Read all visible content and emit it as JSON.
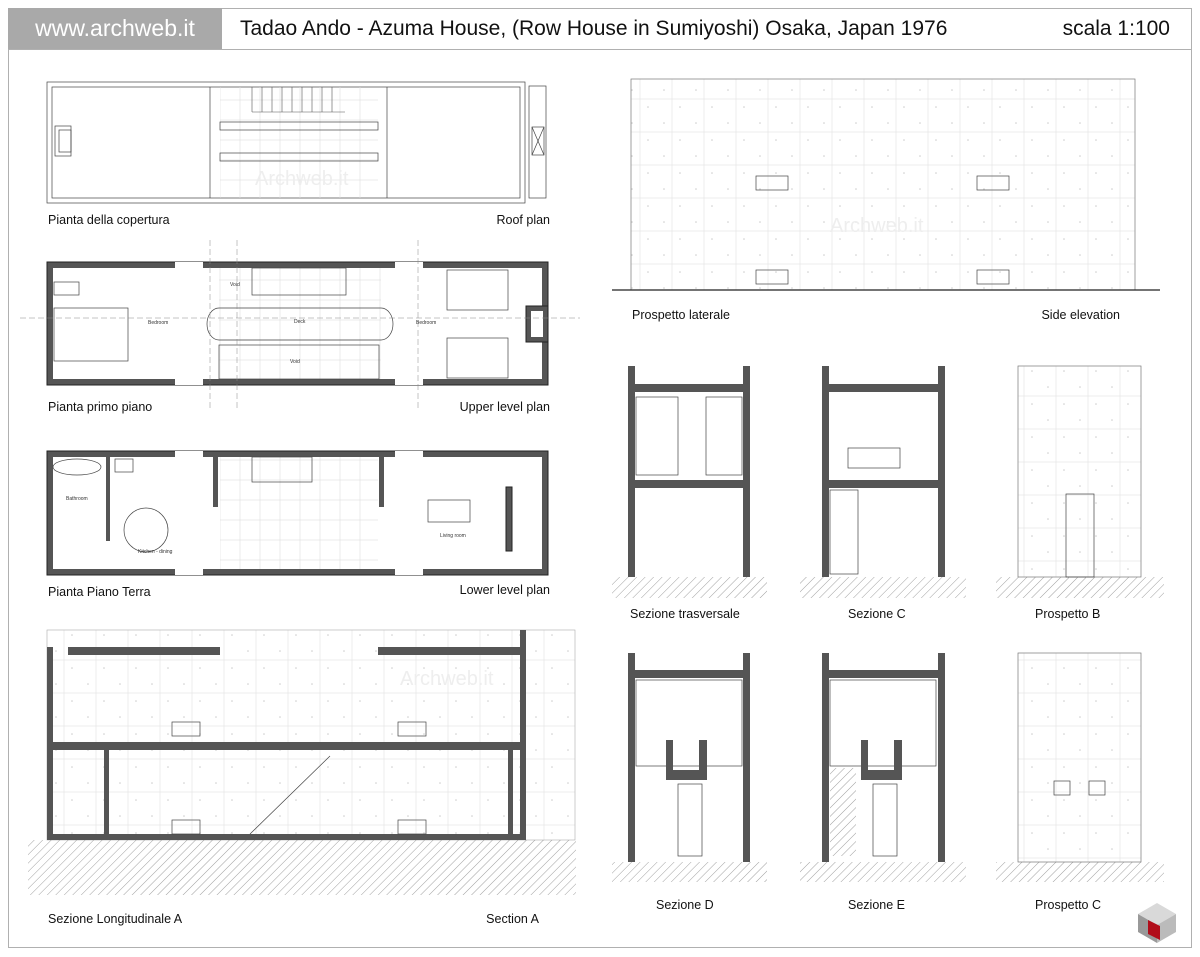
{
  "header": {
    "site": "www.archweb.it",
    "title": "Tadao Ando - Azuma House, (Row House in Sumiyoshi) Osaka, Japan 1976",
    "scale": "scala 1:100"
  },
  "drawings": {
    "roof": {
      "it": "Pianta della copertura",
      "en": "Roof plan"
    },
    "upper": {
      "it": "Pianta primo piano",
      "en": "Upper level plan",
      "rooms": {
        "bedroom1": "Bedroom",
        "void1": "Void",
        "deck": "Deck",
        "void2": "Void",
        "bedroom2": "Bedroom"
      }
    },
    "lower": {
      "it": "Pianta Piano Terra",
      "en": "Lower level plan",
      "rooms": {
        "bathroom": "Bathroom",
        "kitchen": "Kitchen - dining",
        "living": "Living room"
      }
    },
    "section_a": {
      "it": "Sezione Longitudinale A",
      "en": "Section A"
    },
    "side": {
      "it": "Prospetto laterale",
      "en": "Side elevation"
    },
    "row1": {
      "a": "Sezione trasversale",
      "b": "Sezione C",
      "c": "Prospetto B"
    },
    "row2": {
      "a": "Sezione D",
      "b": "Sezione E",
      "c": "Prospetto C"
    }
  },
  "watermark": "Archweb.it"
}
